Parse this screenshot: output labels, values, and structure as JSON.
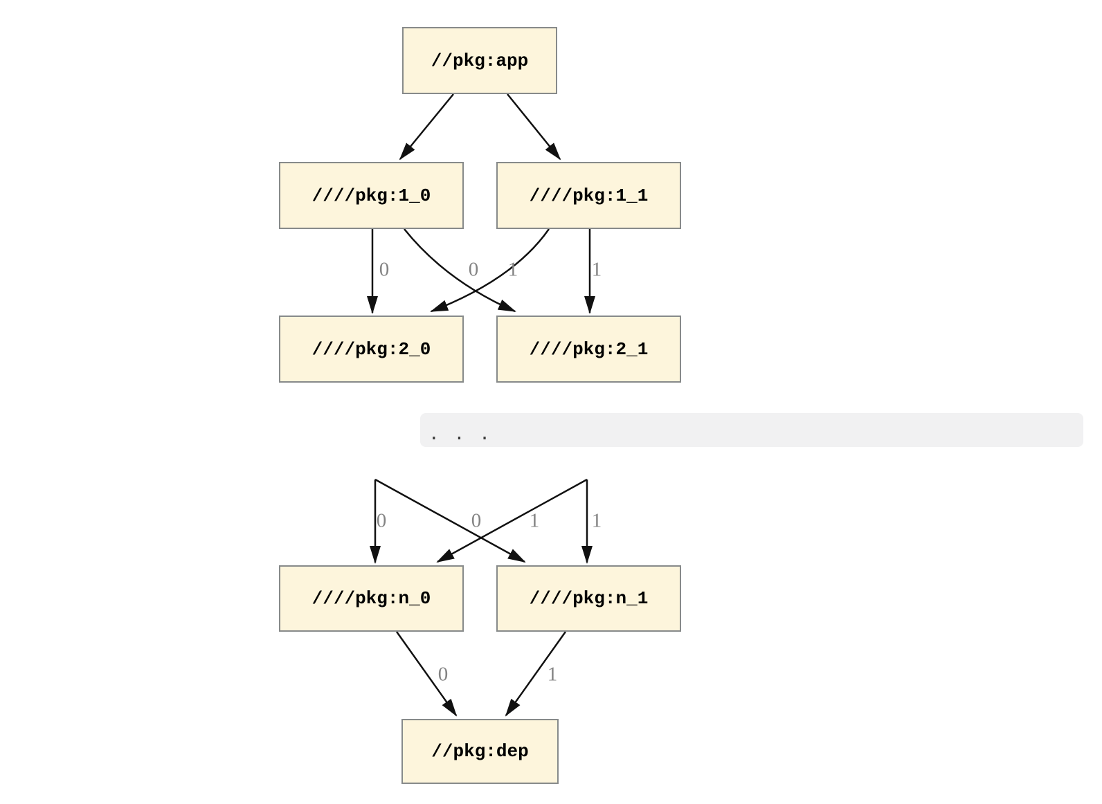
{
  "diagram": {
    "nodes": {
      "app": {
        "label": "//pkg:app"
      },
      "l1_0": {
        "label": "////pkg:1_0"
      },
      "l1_1": {
        "label": "////pkg:1_1"
      },
      "l2_0": {
        "label": "////pkg:2_0"
      },
      "l2_1": {
        "label": "////pkg:2_1"
      },
      "ln_0": {
        "label": "////pkg:n_0"
      },
      "ln_1": {
        "label": "////pkg:n_1"
      },
      "dep": {
        "label": "//pkg:dep"
      }
    },
    "ellipsis": "...",
    "edges": [
      {
        "from": "//pkg:app",
        "to": "////pkg:1_0",
        "label": ""
      },
      {
        "from": "//pkg:app",
        "to": "////pkg:1_1",
        "label": ""
      },
      {
        "from": "////pkg:1_0",
        "to": "////pkg:2_0",
        "label": "0"
      },
      {
        "from": "////pkg:1_1",
        "to": "////pkg:2_0",
        "label": "0"
      },
      {
        "from": "////pkg:1_0",
        "to": "////pkg:2_1",
        "label": "1"
      },
      {
        "from": "////pkg:1_1",
        "to": "////pkg:2_1",
        "label": "1"
      },
      {
        "from": "...",
        "to": "////pkg:n_0",
        "label": "0"
      },
      {
        "from": "...",
        "to": "////pkg:n_0",
        "label": "0"
      },
      {
        "from": "...",
        "to": "////pkg:n_1",
        "label": "1"
      },
      {
        "from": "...",
        "to": "////pkg:n_1",
        "label": "1"
      },
      {
        "from": "////pkg:n_0",
        "to": "//pkg:dep",
        "label": "0"
      },
      {
        "from": "////pkg:n_1",
        "to": "//pkg:dep",
        "label": "1"
      }
    ]
  },
  "colors": {
    "background": "#ffffff",
    "node_fill": "#fdf5dc",
    "node_border": "#878a8a",
    "edge_line": "#111111",
    "edge_label": "#848484",
    "ellipsis_bar_bg": "#f1f1f2",
    "ellipsis_dots": "#3a3a3a"
  }
}
